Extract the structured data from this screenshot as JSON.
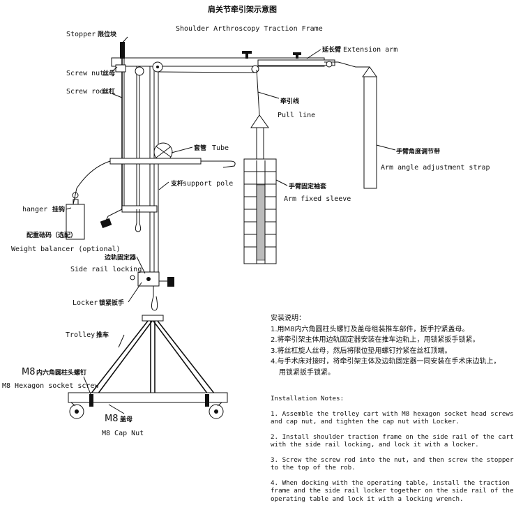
{
  "title": {
    "cn": "肩关节牵引架示意图",
    "en": "Shoulder Arthroscopy Traction Frame"
  },
  "labels": {
    "stopper": {
      "en": "Stopper",
      "cn": "限位块"
    },
    "screw_nut": {
      "en": "Screw nut",
      "cn": "丝母"
    },
    "screw_rod": {
      "en": "Screw rod",
      "cn": "丝杠"
    },
    "extension_arm": {
      "en": "Extension arm",
      "cn": "延长臂"
    },
    "pull_line": {
      "en": "Pull line",
      "cn": "牵引线"
    },
    "tube": {
      "en": "Tube",
      "cn": "套管"
    },
    "arm_strap": {
      "en": "Arm angle adjustment strap",
      "cn": "手臂角度调节带"
    },
    "support_pole": {
      "en": "support pole",
      "cn": "支杆"
    },
    "arm_sleeve": {
      "en": "Arm fixed sleeve",
      "cn": "手臂固定袖套"
    },
    "hanger": {
      "en": "hanger",
      "cn": "挂钩"
    },
    "weight_balancer": {
      "en": "Weight balancer (optional)",
      "cn": "配重砝码（选配）"
    },
    "side_rail": {
      "en": "Side rail locking",
      "cn": "边轨固定器"
    },
    "locker": {
      "en": "Locker",
      "cn": "锁紧扳手"
    },
    "trolley": {
      "en": "Trolley",
      "cn": "推车"
    },
    "m8_screw": {
      "big": "M8",
      "cn": "内六角圆柱头螺钉",
      "en": "M8 Hexagon socket screw"
    },
    "m8_nut": {
      "big": "M8",
      "cn": "盖母",
      "en": "M8 Cap Nut"
    }
  },
  "notes_cn": {
    "heading": "安装说明：",
    "items": [
      "1.用M8内六角圆柱头螺钉及盖母组装推车部件，扳手拧紧盖母。",
      "2.将牵引架主体用边轨固定器安装在推车边轨上，用锁紧扳手锁紧。",
      "3.将丝杠旋人丝母，然后将限位垫用螺钉拧紧在丝杠顶端。",
      "4.与手术床对接时，将牵引架主体及边轨固定器一同安装在手术床边轨上，"
    ],
    "item4_cont": "用锁紧扳手锁紧。"
  },
  "notes_en": {
    "heading": "Installation Notes:",
    "items": [
      "1. Assemble the trolley cart with M8 hexagon socket head screws and cap nut, and tighten the cap nut with Locker.",
      "2. Install shoulder traction frame on the side rail of the cart with the side rail locking, and lock it with a locker.",
      "3. Screw the screw rod into the nut, and then screw the stopper to the top of the rob.",
      "4. When docking with the operating table, install the traction frame and the side rail locker together on the side rail of the operating table and lock it with a locking wrench."
    ]
  }
}
